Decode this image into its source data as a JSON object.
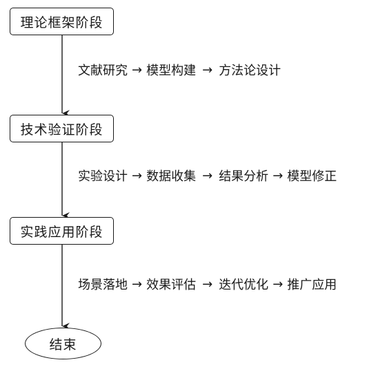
{
  "stages": [
    {
      "label": "理论框架阶段",
      "steps": [
        "文献研究",
        "模型构建",
        "方法论设计"
      ]
    },
    {
      "label": "技术验证阶段",
      "steps": [
        "实验设计",
        "数据收集",
        "结果分析",
        "模型修正"
      ]
    },
    {
      "label": "实践应用阶段",
      "steps": [
        "场景落地",
        "效果评估",
        "迭代优化",
        "推广应用"
      ]
    }
  ],
  "end_label": "结束",
  "arrow_glyph": "→"
}
